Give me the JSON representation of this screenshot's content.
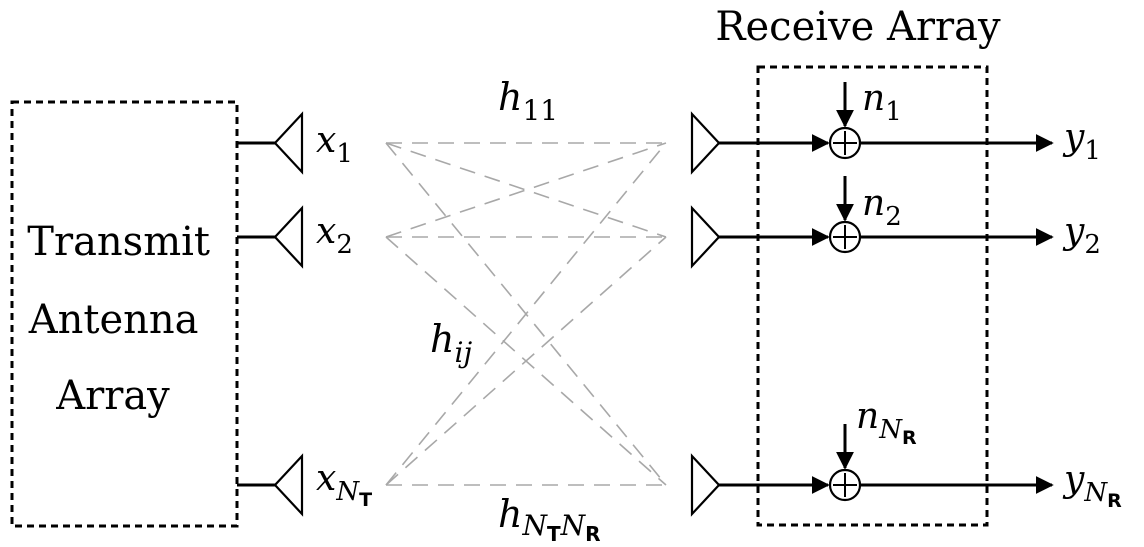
{
  "transmitter": {
    "label_lines": [
      "Transmit",
      "Antenna",
      "Array"
    ],
    "inputs": [
      {
        "sym": "x",
        "sub": "1"
      },
      {
        "sym": "x",
        "sub": "2"
      },
      {
        "sym": "x",
        "sub": "N",
        "subsub": "T"
      }
    ]
  },
  "channel": {
    "h11": {
      "sym": "h",
      "sub": "11"
    },
    "hij": {
      "sym": "h",
      "sub": "ij"
    },
    "hNTNR": {
      "sym": "h",
      "sub": "N",
      "subsub1": "T",
      "sub2": "N",
      "subsub2": "R"
    }
  },
  "receiver": {
    "title": "Receive Array",
    "noise": [
      {
        "sym": "n",
        "sub": "1"
      },
      {
        "sym": "n",
        "sub": "2"
      },
      {
        "sym": "n",
        "sub": "N",
        "subsub": "R"
      }
    ],
    "outputs": [
      {
        "sym": "y",
        "sub": "1"
      },
      {
        "sym": "y",
        "sub": "2"
      },
      {
        "sym": "y",
        "sub": "N",
        "subsub": "R"
      }
    ]
  }
}
